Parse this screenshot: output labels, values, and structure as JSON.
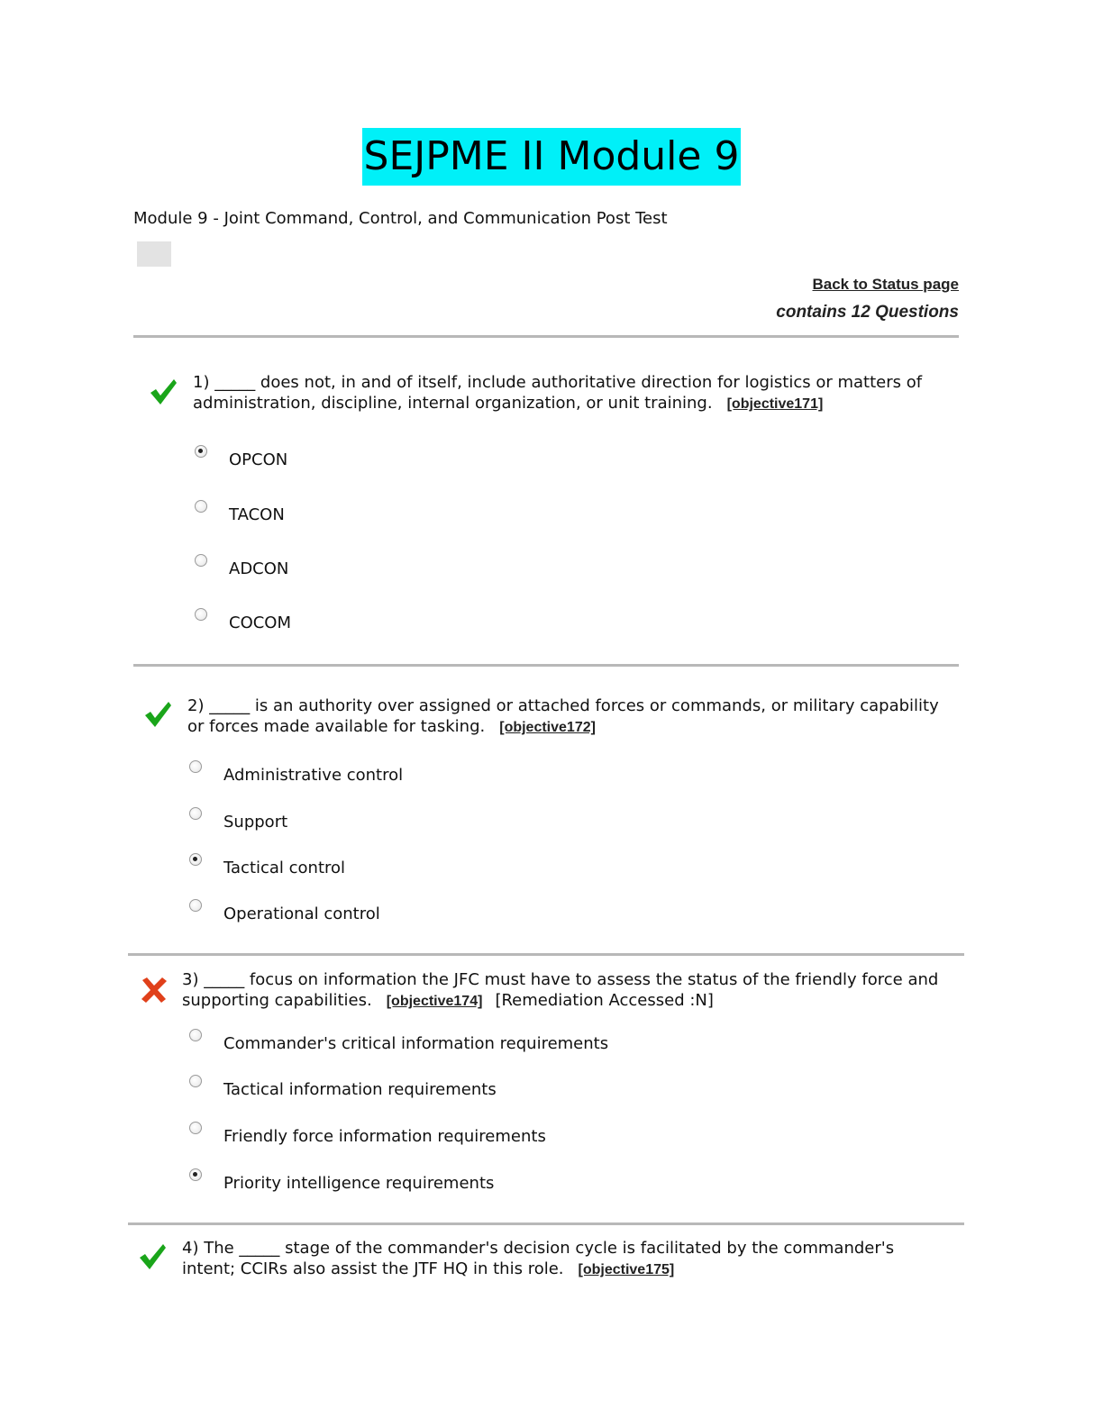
{
  "title": "SEJPME II Module 9",
  "subtitle": "Module 9 - Joint Command, Control, and Communication Post Test",
  "back_link": "Back to Status page",
  "question_count": "contains 12 Questions",
  "questions": [
    {
      "status": "correct",
      "status_icon": "checkmark-icon",
      "text": "1) _____ does not, in and of itself, include authoritative direction for logistics or matters of administration, discipline, internal organization, or unit training.",
      "objective": "[objective171]",
      "remediation": "",
      "options": [
        {
          "label": "OPCON",
          "selected": true
        },
        {
          "label": "TACON",
          "selected": false
        },
        {
          "label": "ADCON",
          "selected": false
        },
        {
          "label": "COCOM",
          "selected": false
        }
      ]
    },
    {
      "status": "correct",
      "status_icon": "checkmark-icon",
      "text": "2) _____ is an authority over assigned or attached forces or commands, or military capability or forces made available for tasking.",
      "objective": "[objective172]",
      "remediation": "",
      "options": [
        {
          "label": "Administrative control",
          "selected": false
        },
        {
          "label": "Support",
          "selected": false
        },
        {
          "label": "Tactical control",
          "selected": true
        },
        {
          "label": "Operational control",
          "selected": false
        }
      ]
    },
    {
      "status": "incorrect",
      "status_icon": "x-mark-icon",
      "text": "3) _____ focus on information the JFC must have to assess the status of the friendly force and supporting capabilities.",
      "objective": "[objective174]",
      "remediation": "[Remediation Accessed :N]",
      "options": [
        {
          "label": "Commander's critical information requirements",
          "selected": false
        },
        {
          "label": "Tactical information requirements",
          "selected": false
        },
        {
          "label": "Friendly force information requirements",
          "selected": false
        },
        {
          "label": "Priority intelligence requirements",
          "selected": true
        }
      ]
    },
    {
      "status": "correct",
      "status_icon": "checkmark-icon",
      "text": "4) The _____ stage of the commander's decision cycle is facilitated by the commander's intent; CCIRs also assist the JTF HQ in this role.",
      "objective": "[objective175]",
      "remediation": "",
      "options": []
    }
  ],
  "colors": {
    "title_highlight": "#00f0f8",
    "correct": "#1aa51a",
    "incorrect": "#e0401a",
    "divider": "#b8b8b8"
  }
}
